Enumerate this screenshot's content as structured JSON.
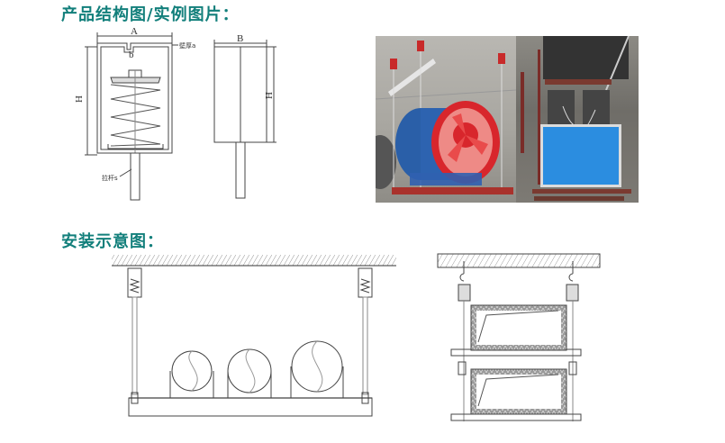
{
  "sections": {
    "structure": {
      "title": "产品结构图/实例图片："
    },
    "install": {
      "title": "安装示意图："
    }
  },
  "structure_drawing": {
    "front": {
      "dim_width": "A",
      "dim_height": "H",
      "dim_slot": "b",
      "wall_label": "壁厚a",
      "rod_label": "拉杆s"
    },
    "side": {
      "dim_width": "B",
      "dim_height": "H"
    }
  },
  "photos": {
    "left": {
      "subject": "red axial fan on blue housing, suspended on spring hangers"
    },
    "right": {
      "subject": "blue-panel air handling unit suspended from ceiling"
    }
  },
  "install_diagrams": {
    "left": {
      "subject": "three round ducts on support beam hung from ceiling with spring hangers",
      "duct_count": 3
    },
    "right": {
      "subject": "two stacked insulated rectangular ducts hung with hook hangers",
      "duct_count": 2
    }
  },
  "colors": {
    "heading": "#127f7b",
    "line": "#333333",
    "fan_red": "#d8262c",
    "fan_blue": "#2a5fa8",
    "panel_blue": "#2b8de0"
  }
}
